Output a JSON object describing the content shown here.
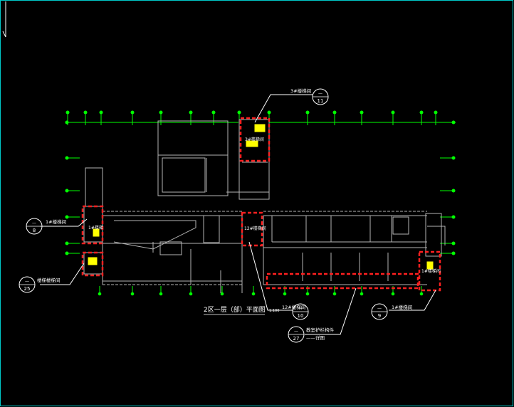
{
  "colors": {
    "background": "#000000",
    "frame": "#00c8c8",
    "axis": "#00ff00",
    "wall": "#b4b4b4",
    "highlight": "#ff2020",
    "stair": "#ffff00",
    "text": "#ffffff"
  },
  "title": {
    "main": "2区一层（部）平面图",
    "scale": "1:100"
  },
  "callouts": [
    {
      "id": "c11",
      "label": "3#楼梯间",
      "top": "—",
      "num": "11"
    },
    {
      "id": "c8",
      "label": "1#楼梯间",
      "top": "—",
      "num": "8"
    },
    {
      "id": "c25",
      "label": "楼梯楼梯间",
      "top": "—",
      "num": "25"
    },
    {
      "id": "c10",
      "label": "12#楼梯间",
      "top": "—",
      "num": "10"
    },
    {
      "id": "c9",
      "label": "1#楼梯间",
      "top": "—",
      "num": "9"
    },
    {
      "id": "c27",
      "label": "教室护栏构件",
      "top": "—",
      "num": "27",
      "sub": "——详图"
    }
  ],
  "room_tags": {
    "stair3": "3#楼梯间",
    "stair1": "1#楼梯",
    "stair12": "12#楼梯间",
    "stairR": "1#楼梯间"
  }
}
